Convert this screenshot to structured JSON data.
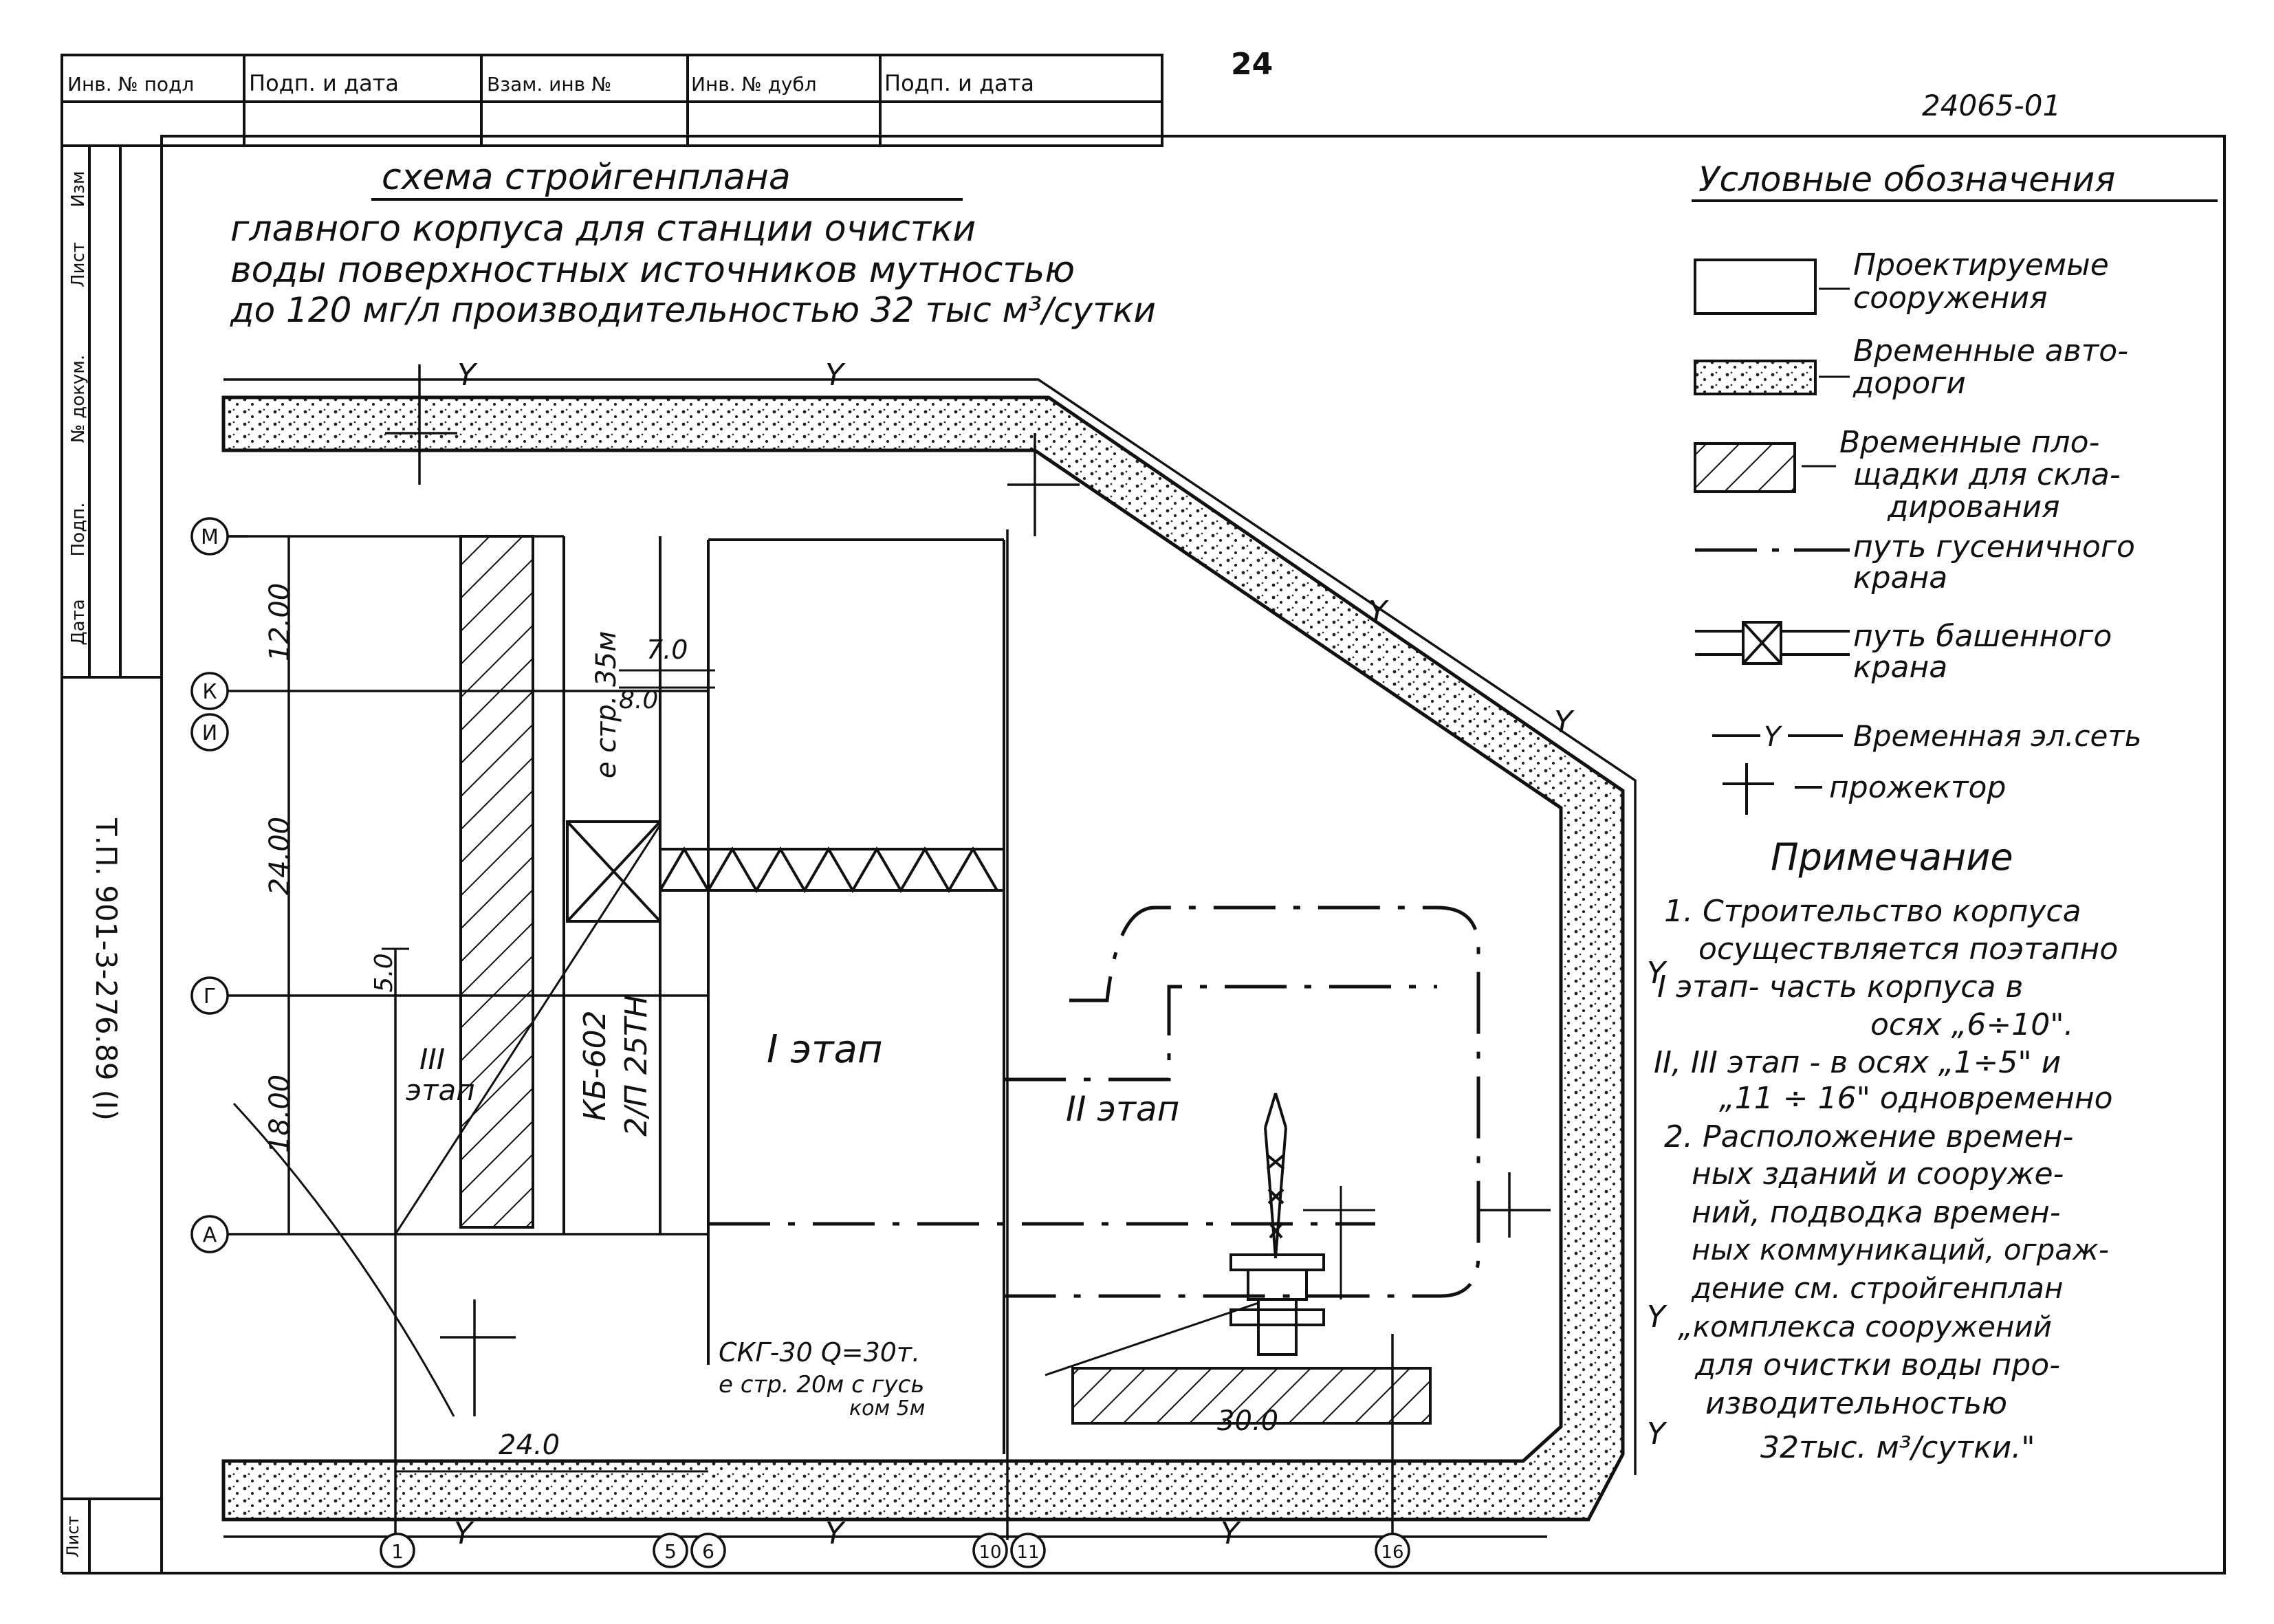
{
  "sheet": {
    "page_number": "24",
    "drawing_code": "24065-01",
    "album_code": "Т.П.   901-3-276.89   (I)",
    "sheet_label": "Лист"
  },
  "title_block": {
    "cells": [
      "Инв. № подл",
      "Подп. и дата",
      "Взам. инв №",
      "Инв. № дубл",
      "Подп. и дата"
    ]
  },
  "revision_strip": [
    "Изм",
    "Лист",
    "№ докум.",
    "Подп.",
    "Дата"
  ],
  "title": {
    "line1": "схема стройгенплана",
    "line2": "главного корпуса для станции очистки",
    "line3": "воды поверхностных источников мутностью",
    "line4": "до 120 мг/л производительностью 32 тыс м³/сутки"
  },
  "legend": {
    "heading": "Условные обозначения",
    "items": [
      {
        "key": "designed",
        "line1": "Проектируемые",
        "line2": "сооружения"
      },
      {
        "key": "roads",
        "line1": "Временные авто-",
        "line2": "дороги"
      },
      {
        "key": "storage",
        "line1": "Временные пло-",
        "line2": "щадки для скла-",
        "line3": "дирования"
      },
      {
        "key": "crawler",
        "line1": "путь гусеничного",
        "line2": "крана"
      },
      {
        "key": "tower",
        "line1": "путь башенного",
        "line2": "крана"
      },
      {
        "key": "power",
        "line1": "Временная эл.сеть"
      },
      {
        "key": "light",
        "line1": "прожектор"
      }
    ]
  },
  "notes": {
    "heading": "Примечание",
    "lines": [
      "1. Строительство корпуса",
      "осуществляется поэтапно",
      "I этап- часть корпуса в",
      "осях „6÷10\".",
      "II, III этап - в осях „1÷5\" и",
      "„11 ÷ 16\" одновременно",
      "2. Расположение времен-",
      "ных зданий и сооруже-",
      "ний, подводка времен-",
      "ных коммуникаций, ограж-",
      "дение см. стройгенплан",
      "„комплекса сооружений",
      "для очистки воды про-",
      "изводительностью",
      "32тыс. м³/сутки.\""
    ]
  },
  "plan": {
    "power_mark": "Y",
    "axes_rows": [
      "M",
      "К",
      "И",
      "Г",
      "А"
    ],
    "axes_cols": [
      "1",
      "5",
      "6",
      "10",
      "11",
      "16"
    ],
    "dims": {
      "row_1": "12.00",
      "row_2": "24.00",
      "row_3": "18.00",
      "gap": "5.0",
      "crane_a": "7.0",
      "crane_b": "8.0",
      "bottom": "24.0",
      "storage_len": "30.0"
    },
    "labels": {
      "stage1": "I этап",
      "stage2": "II этап",
      "stage3a": "III",
      "stage3b": "этап",
      "kb_a": "КБ-602",
      "kb_b": "2/П 25ТН",
      "kb_c": "е стр. 35м",
      "skg_a": "СКГ-30  Q=30т.",
      "skg_b": "е стр. 20м с гусь",
      "skg_c": "ком 5м"
    }
  }
}
